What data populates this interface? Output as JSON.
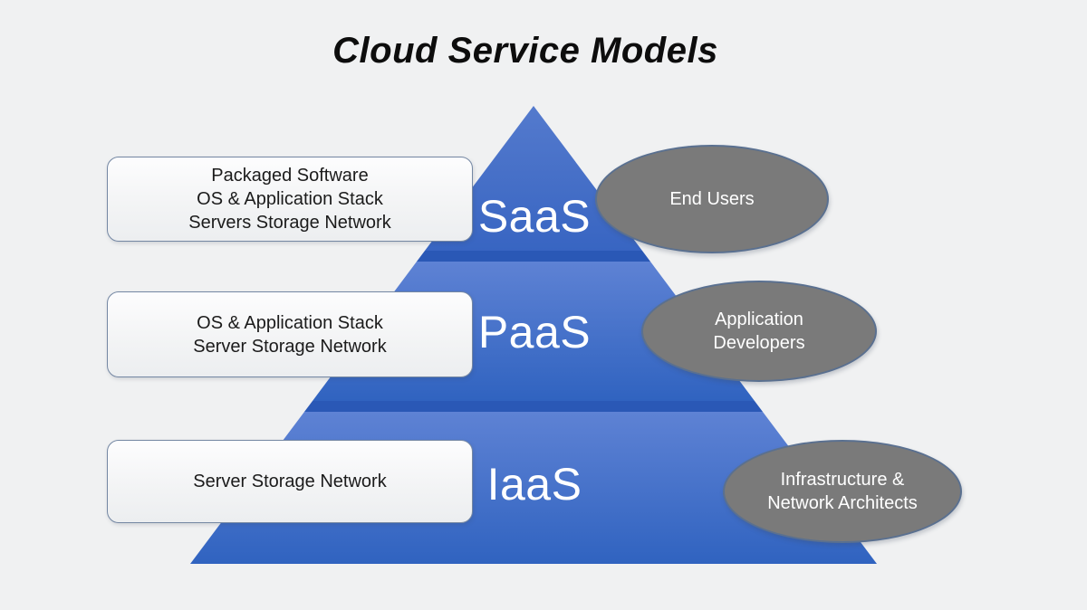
{
  "title": "Cloud Service Models",
  "colors": {
    "background": "#f0f1f2",
    "title-color": "#0d0d0d",
    "tier-top": "#5e82d4",
    "tier-bottom": "#3063c0",
    "tier1-top": "#547acd",
    "tier1-bottom": "#3865c2",
    "divider": "#2a58b6",
    "box-border": "#7487a3",
    "ellipse-fill": "#7a7a7a",
    "ellipse-border": "#5a7090"
  },
  "pyramid": {
    "tiers": [
      {
        "label": "SaaS",
        "components": "Packaged Software\nOS & Application Stack\nServers Storage Network",
        "audience": "End Users"
      },
      {
        "label": "PaaS",
        "components": "OS & Application Stack\nServer Storage Network",
        "audience": "Application\nDevelopers"
      },
      {
        "label": "IaaS",
        "components": "Server Storage Network",
        "audience": "Infrastructure &\nNetwork Architects"
      }
    ]
  }
}
